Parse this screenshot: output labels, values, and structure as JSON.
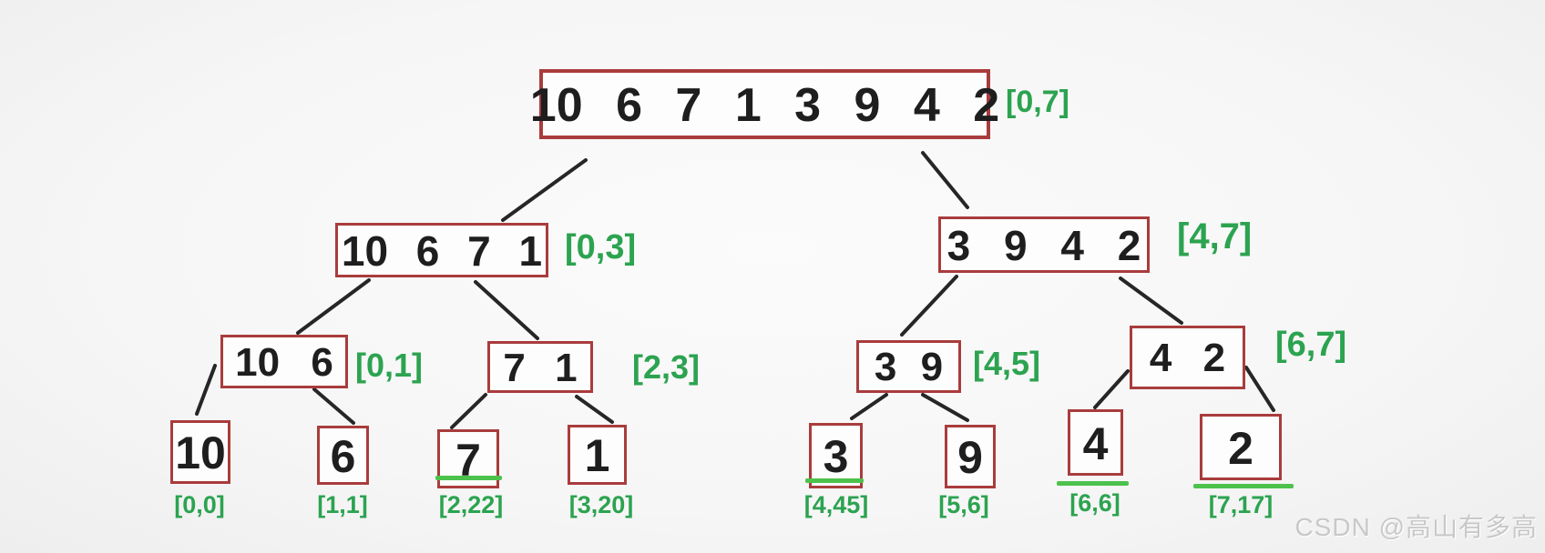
{
  "diagram": {
    "description_values": "10 6 7 1 3 9 4 2",
    "nodes": {
      "root": {
        "text": "10 6 7 1 3 9 4 2",
        "range": "[0,7]"
      },
      "left": {
        "text": "10 6 7 1",
        "range": "[0,3]"
      },
      "right": {
        "text": "3 9 4 2",
        "range": "[4,7]"
      },
      "left_left": {
        "text": "10 6",
        "range": "[0,1]"
      },
      "left_right": {
        "text": "7 1",
        "range": "[2,3]"
      },
      "right_left": {
        "text": "3 9",
        "range": "[4,5]"
      },
      "right_right": {
        "text": "4 2",
        "range": "[6,7]"
      },
      "leaf_10": {
        "text": "10",
        "range": "[0,0]",
        "underlined": false
      },
      "leaf_6": {
        "text": "6",
        "range": "[1,1]",
        "underlined": false
      },
      "leaf_7": {
        "text": "7",
        "range": "[2,22]",
        "underlined": true
      },
      "leaf_1": {
        "text": "1",
        "range": "[3,20]",
        "underlined": false
      },
      "leaf_3": {
        "text": "3",
        "range": "[4,45]",
        "underlined": true
      },
      "leaf_9": {
        "text": "9",
        "range": "[5,6]",
        "underlined": false
      },
      "leaf_4": {
        "text": "4",
        "range": "[6,6]",
        "underlined": true
      },
      "leaf_2": {
        "text": "2",
        "range": "[7,17]",
        "underlined": true
      }
    },
    "edges": [
      {
        "from": "root",
        "to": "left"
      },
      {
        "from": "root",
        "to": "right"
      },
      {
        "from": "left",
        "to": "left_left"
      },
      {
        "from": "left",
        "to": "left_right"
      },
      {
        "from": "left_left",
        "to": "leaf_10"
      },
      {
        "from": "left_left",
        "to": "leaf_6"
      },
      {
        "from": "left_right",
        "to": "leaf_7"
      },
      {
        "from": "left_right",
        "to": "leaf_1"
      },
      {
        "from": "right",
        "to": "right_left"
      },
      {
        "from": "right",
        "to": "right_right"
      },
      {
        "from": "right_left",
        "to": "leaf_3"
      },
      {
        "from": "right_left",
        "to": "leaf_9"
      },
      {
        "from": "right_right",
        "to": "leaf_4"
      },
      {
        "from": "right_right",
        "to": "leaf_2"
      }
    ]
  },
  "watermark": "CSDN @高山有多高",
  "colors": {
    "box_border": "#a93c3c",
    "number_text": "#1e1e1e",
    "range_label": "#2ca350",
    "merge_underline": "#4cc24c",
    "edge_stroke": "#262626",
    "watermark": "#c8c8c8"
  }
}
